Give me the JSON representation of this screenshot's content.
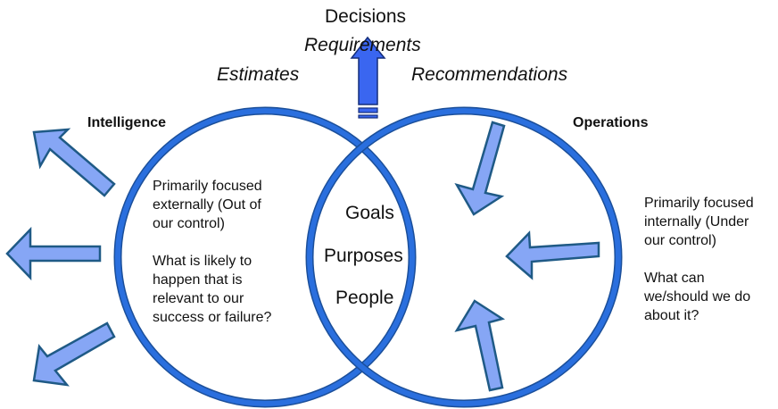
{
  "top": {
    "decisions": "Decisions",
    "requirements": "Requirements",
    "estimates": "Estimates",
    "recommendations": "Recommendations"
  },
  "left": {
    "heading": "Intelligence",
    "para1": [
      "Primarily focused",
      "externally (Out of",
      "our control)"
    ],
    "para2": [
      "What is likely to",
      "happen that is",
      "relevant to our",
      "success or failure?"
    ]
  },
  "overlap": {
    "words": [
      "Goals",
      "Purposes",
      "People"
    ]
  },
  "right": {
    "heading": "Operations",
    "para1": [
      "Primarily focused",
      "internally (Under",
      "our control)"
    ],
    "para2": [
      "What can",
      "we/should we do",
      "about it?"
    ]
  },
  "colors": {
    "circle_stroke": "#2a6fde",
    "circle_outline": "#1b4f9a",
    "arrow_fill": "#86a6f5",
    "arrow_stroke": "#1f5a86",
    "up_arrow_fill": "#3a66f0",
    "up_arrow_stroke": "#142d7a"
  },
  "icons": {
    "outward_arrows": [
      "arrow-up-left-icon",
      "arrow-left-icon",
      "arrow-down-left-icon"
    ],
    "inward_arrows": [
      "arrow-down-left-icon",
      "arrow-left-icon",
      "arrow-up-icon"
    ],
    "decision_arrow": "arrow-up-icon"
  }
}
